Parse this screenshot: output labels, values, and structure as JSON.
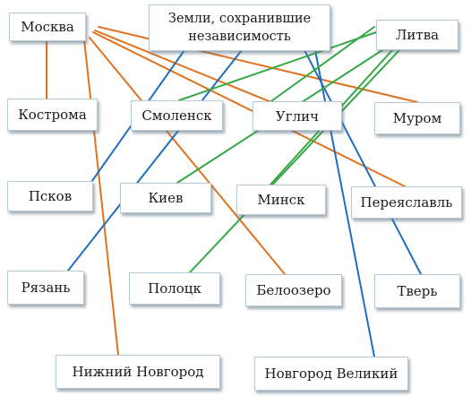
{
  "nodes": {
    "moskva": "Москва",
    "zemli": "Земли, сохранившие независимость",
    "litva": "Литва",
    "kostroma": "Кострома",
    "smolensk": "Смоленск",
    "uglich": "Углич",
    "murom": "Муром",
    "pskov": "Псков",
    "kiev": "Киев",
    "minsk": "Минск",
    "pereyaslavl": "Переяславль",
    "ryazan": "Рязань",
    "polotsk": "Полоцк",
    "beloozero": "Белоозеро",
    "tver": "Тверь",
    "nizhny": "Нижний Новгород",
    "novgorod": "Новгород Великий"
  },
  "connections": [
    {
      "from": "moskva",
      "to": "kostroma",
      "group": "moskva"
    },
    {
      "from": "moskva",
      "to": "nizhny",
      "group": "moskva"
    },
    {
      "from": "moskva",
      "to": "beloozero",
      "group": "moskva"
    },
    {
      "from": "moskva",
      "to": "pereyaslavl",
      "group": "moskva"
    },
    {
      "from": "moskva",
      "to": "murom",
      "group": "moskva"
    },
    {
      "from": "moskva",
      "to": "uglich",
      "group": "moskva"
    },
    {
      "from": "zemli",
      "to": "pskov",
      "group": "zemli"
    },
    {
      "from": "zemli",
      "to": "ryazan",
      "group": "zemli"
    },
    {
      "from": "zemli",
      "to": "tver",
      "group": "zemli"
    },
    {
      "from": "zemli",
      "to": "novgorod",
      "group": "zemli"
    },
    {
      "from": "litva",
      "to": "smolensk",
      "group": "litva"
    },
    {
      "from": "litva",
      "to": "kiev",
      "group": "litva"
    },
    {
      "from": "litva",
      "to": "minsk",
      "group": "litva"
    },
    {
      "from": "litva",
      "to": "polotsk",
      "group": "litva"
    },
    {
      "from": "litva",
      "to": "uglich",
      "group": "litva"
    }
  ],
  "colors": {
    "moskva": "#e0721f",
    "zemli": "#1f6fc0",
    "litva": "#33a845",
    "node_border": "#b9c7d2",
    "text": "#1a1a1a"
  }
}
